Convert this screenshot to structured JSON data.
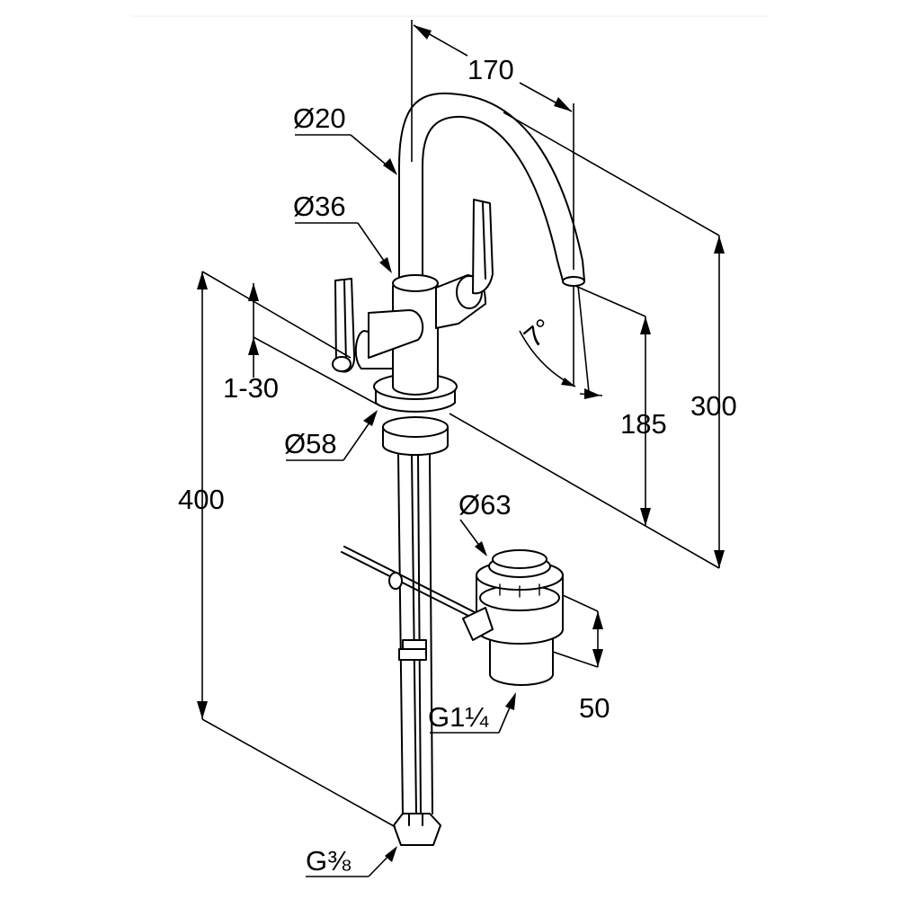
{
  "dimensions": {
    "spout_reach": "170",
    "spout_diameter": "Ø20",
    "body_diameter": "Ø36",
    "adjust_range": "1-30",
    "base_diameter": "Ø58",
    "total_height": "400",
    "drain_diameter": "Ø63",
    "drain_thread": "G1¼",
    "drain_height": "50",
    "spout_angle": "7°",
    "outlet_height": "185",
    "spout_height": "300",
    "supply_thread": "G⅜"
  },
  "colors": {
    "stroke": "#000000",
    "background": "#ffffff"
  }
}
